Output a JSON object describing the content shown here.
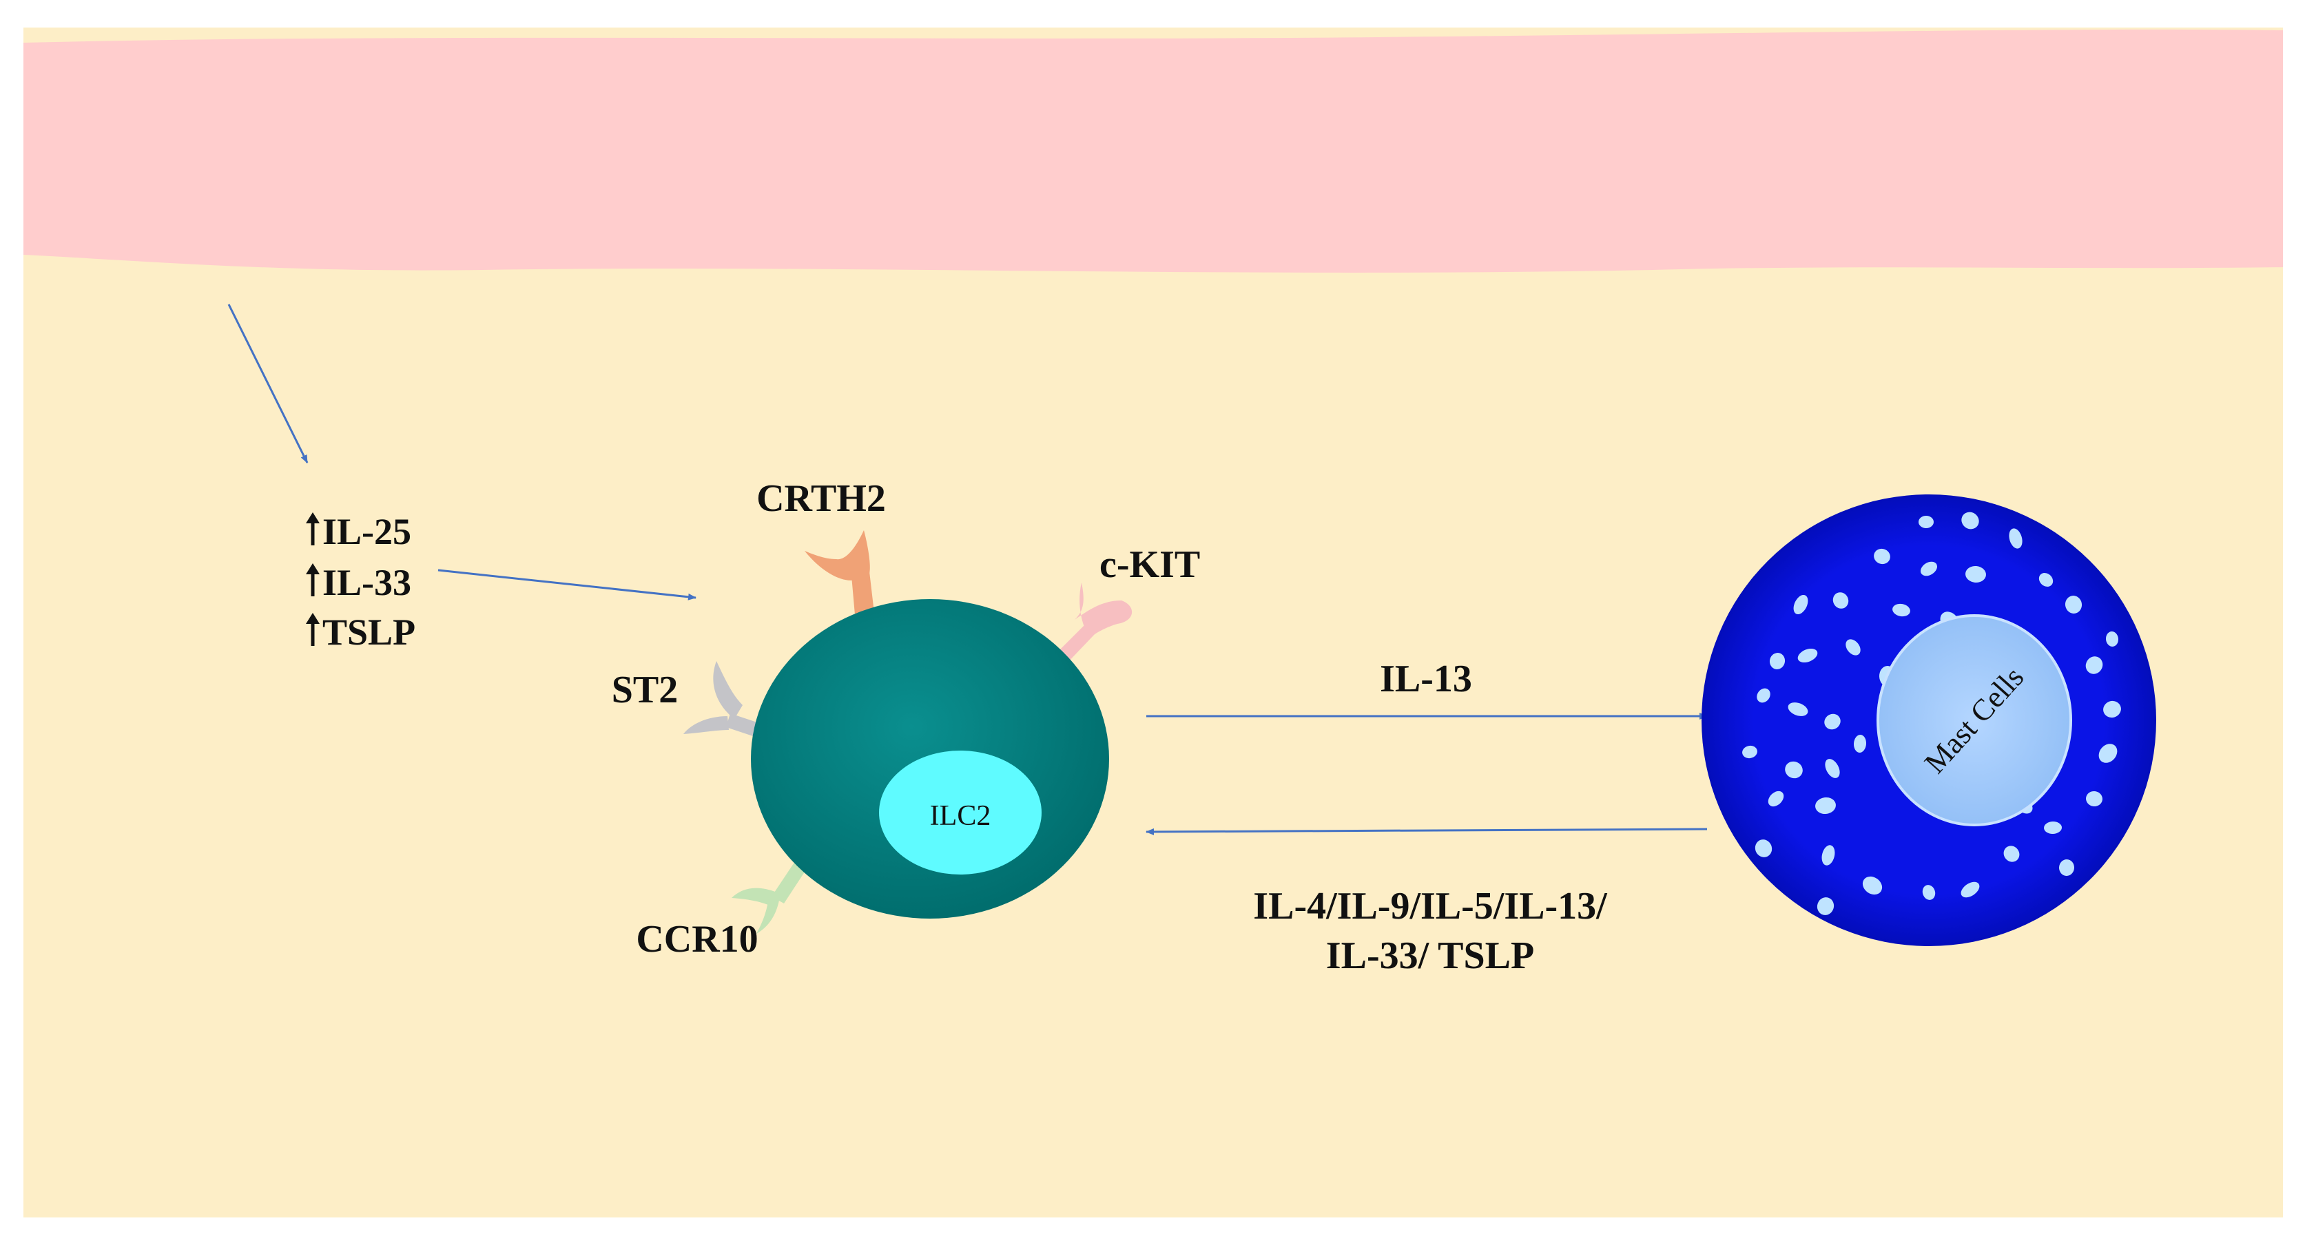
{
  "colors": {
    "tissue": "#fdeec7",
    "epithelium": "#ffcdcd",
    "arrow": "#4472c4",
    "ilc2_body": "#008080",
    "ilc2_nucleus": "#5ffbff",
    "mast_body": "#0a14e6",
    "mast_nucleus": "#9ec8ff",
    "mast_granule": "#bfe3ff",
    "crth2_receptor": "#f0a276",
    "ckit_receptor": "#f7bfc1",
    "st2_receptor": "#c4c4c8",
    "ccr10_receptor": "#c3e3b5"
  },
  "icons": {
    "up_arrow": "up-arrow-icon",
    "arrow": "arrow-icon"
  },
  "labels": {
    "inducers": [
      "IL-25",
      "IL-33",
      "TSLP"
    ],
    "crth2": "CRTH2",
    "ckit": "c-KIT",
    "st2": "ST2",
    "ccr10": "CCR10",
    "ilc2": "ILC2",
    "mast_cells": "Mast Cells",
    "il13": "IL-13",
    "feedback_line1": "IL-4/IL-9/IL-5/IL-13/",
    "feedback_line2": "IL-33/ TSLP"
  }
}
